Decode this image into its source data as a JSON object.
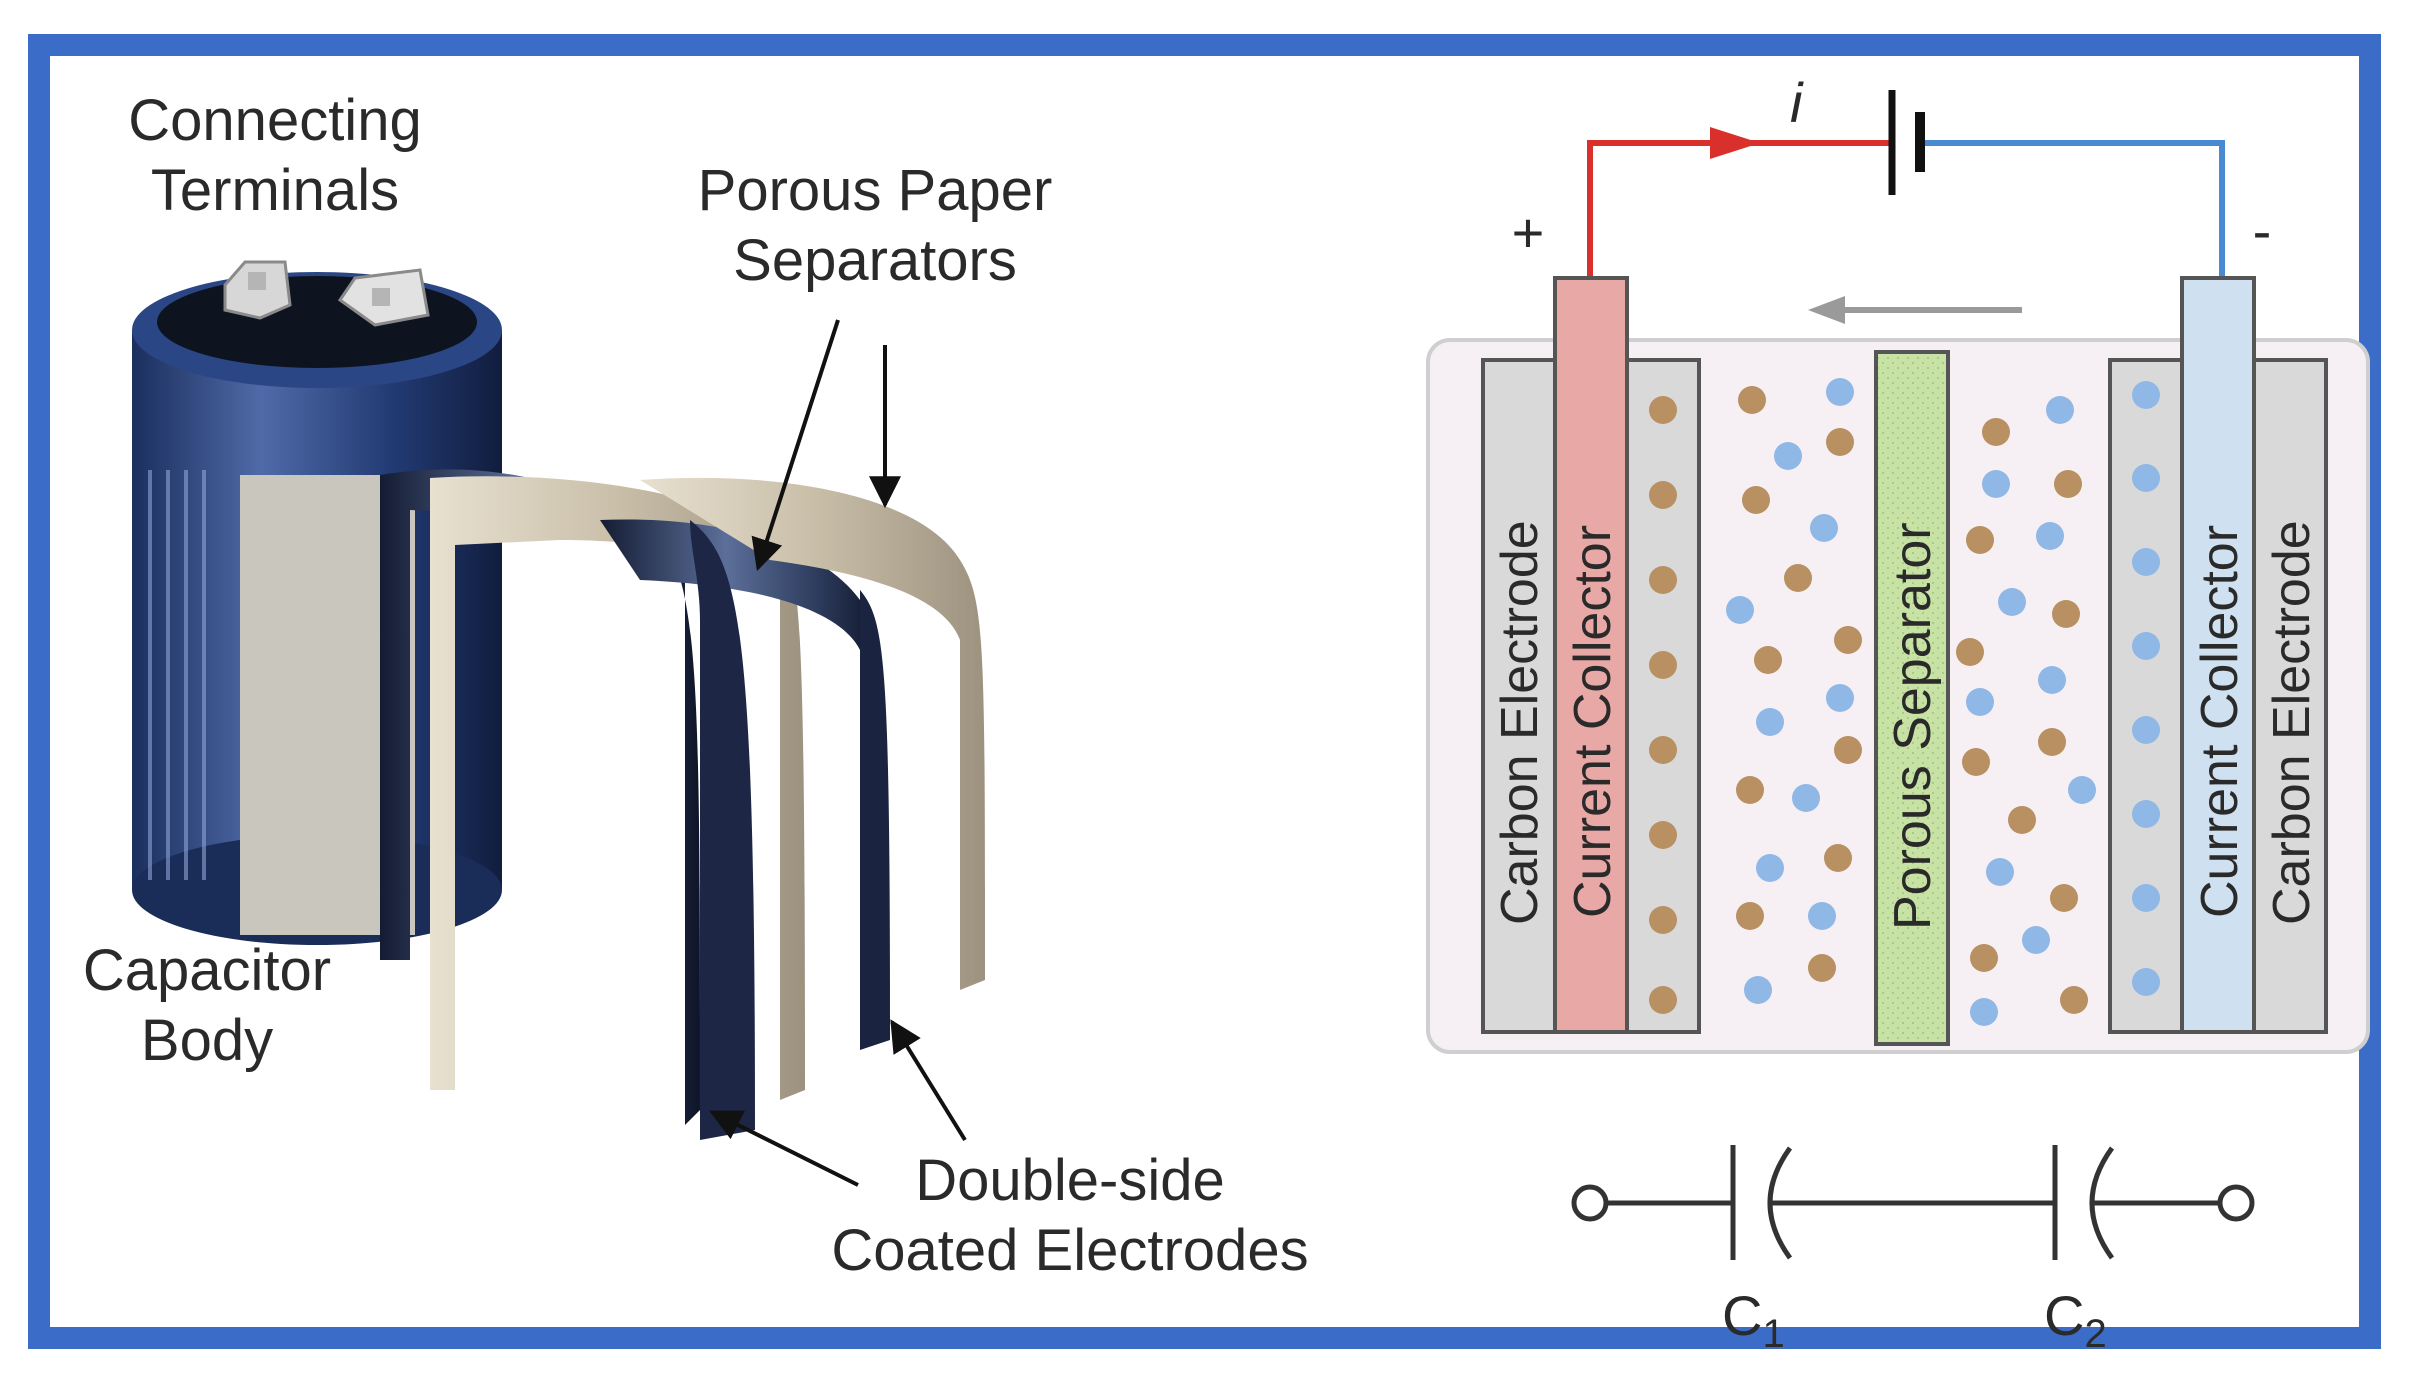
{
  "left_panel": {
    "label_terminals_line1": "Connecting",
    "label_terminals_line2": "Terminals",
    "label_separators_line1": "Porous Paper",
    "label_separators_line2": "Separators",
    "label_body_line1": "Capacitor",
    "label_body_line2": "Body",
    "label_electrodes_line1": "Double-side",
    "label_electrodes_line2": "Coated Electrodes"
  },
  "right_panel": {
    "current_symbol": "i",
    "plus_sign": "+",
    "minus_sign": "-",
    "layers": {
      "left_carbon": "Carbon Electrode",
      "left_collector": "Current Collector",
      "separator": "Porous Separator",
      "right_collector": "Current Collector",
      "right_carbon": "Carbon Electrode"
    },
    "circuit": {
      "c1_label": "C",
      "c1_sub": "1",
      "c2_label": "C",
      "c2_sub": "2"
    }
  },
  "colors": {
    "frame": "#3b6cc8",
    "positive_wire": "#d9302c",
    "negative_wire": "#4a8ad0",
    "left_collector": "#e8a8a6",
    "right_collector": "#cfe0f0",
    "separator": "#c8e2a6",
    "cation": "#b89062",
    "anion": "#8fb8e6"
  }
}
